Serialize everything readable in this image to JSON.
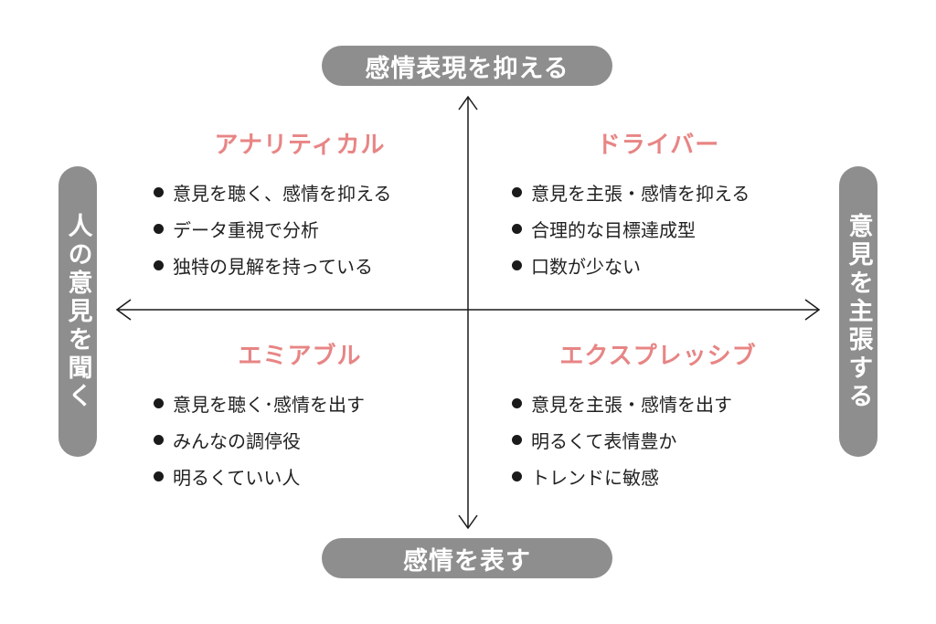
{
  "axes": {
    "top": "感情表現を抑える",
    "bottom": "感情を表す",
    "left": "人の意見を聞く",
    "right": "意見を主張する",
    "line_color": "#1a1a1a"
  },
  "colors": {
    "pill_bg": "#8e8e8e",
    "title_accent": "#e88585"
  },
  "quadrants": {
    "top_left": {
      "title": "アナリティカル",
      "items": [
        "意見を聴く、感情を抑える",
        "データ重視で分析",
        "独特の見解を持っている"
      ]
    },
    "top_right": {
      "title": "ドライバー",
      "items": [
        "意見を主張・感情を抑える",
        "合理的な目標達成型",
        "口数が少ない"
      ]
    },
    "bottom_left": {
      "title": "エミアブル",
      "items": [
        "意見を聴く･感情を出す",
        "みんなの調停役",
        "明るくていい人"
      ]
    },
    "bottom_right": {
      "title": "エクスプレッシブ",
      "items": [
        "意見を主張・感情を出す",
        "明るくて表情豊か",
        "トレンドに敏感"
      ]
    }
  }
}
